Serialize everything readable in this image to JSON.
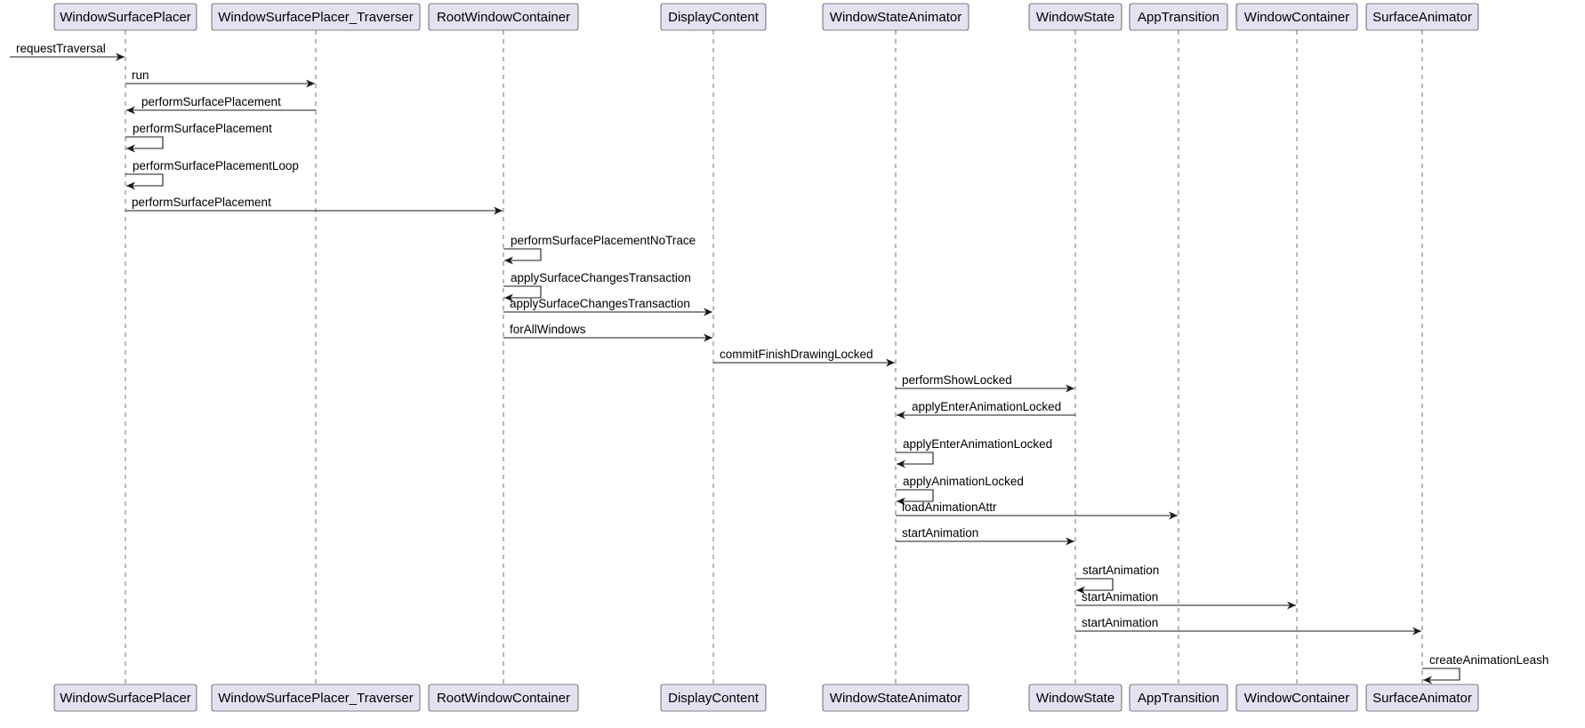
{
  "participants": [
    {
      "id": "wsp",
      "label": "WindowSurfacePlacer"
    },
    {
      "id": "wspt",
      "label": "WindowSurfacePlacer_Traverser"
    },
    {
      "id": "rwc",
      "label": "RootWindowContainer"
    },
    {
      "id": "dc",
      "label": "DisplayContent"
    },
    {
      "id": "wsa",
      "label": "WindowStateAnimator"
    },
    {
      "id": "ws",
      "label": "WindowState"
    },
    {
      "id": "at",
      "label": "AppTransition"
    },
    {
      "id": "wc",
      "label": "WindowContainer"
    },
    {
      "id": "sa",
      "label": "SurfaceAnimator"
    }
  ],
  "messages": [
    {
      "from": null,
      "to": "wsp",
      "label": "requestTraversal"
    },
    {
      "from": "wsp",
      "to": "wspt",
      "label": "run"
    },
    {
      "from": "wspt",
      "to": "wsp",
      "label": "performSurfacePlacement"
    },
    {
      "from": "wsp",
      "to": "wsp",
      "label": "performSurfacePlacement"
    },
    {
      "from": "wsp",
      "to": "wsp",
      "label": "performSurfacePlacementLoop"
    },
    {
      "from": "wsp",
      "to": "rwc",
      "label": "performSurfacePlacement"
    },
    {
      "from": "rwc",
      "to": "rwc",
      "label": "performSurfacePlacementNoTrace"
    },
    {
      "from": "rwc",
      "to": "rwc",
      "label": "applySurfaceChangesTransaction"
    },
    {
      "from": "rwc",
      "to": "dc",
      "label": "applySurfaceChangesTransaction"
    },
    {
      "from": "rwc",
      "to": "dc",
      "label": "forAllWindows"
    },
    {
      "from": "dc",
      "to": "wsa",
      "label": "commitFinishDrawingLocked"
    },
    {
      "from": "wsa",
      "to": "ws",
      "label": "performShowLocked"
    },
    {
      "from": "ws",
      "to": "wsa",
      "label": "applyEnterAnimationLocked"
    },
    {
      "from": "wsa",
      "to": "wsa",
      "label": "applyEnterAnimationLocked"
    },
    {
      "from": "wsa",
      "to": "wsa",
      "label": "applyAnimationLocked"
    },
    {
      "from": "wsa",
      "to": "at",
      "label": "loadAnimationAttr"
    },
    {
      "from": "wsa",
      "to": "ws",
      "label": "startAnimation"
    },
    {
      "from": "ws",
      "to": "ws",
      "label": "startAnimation"
    },
    {
      "from": "ws",
      "to": "wc",
      "label": "startAnimation"
    },
    {
      "from": "ws",
      "to": "sa",
      "label": "startAnimation"
    },
    {
      "from": "sa",
      "to": "sa",
      "label": "createAnimationLeash"
    }
  ]
}
